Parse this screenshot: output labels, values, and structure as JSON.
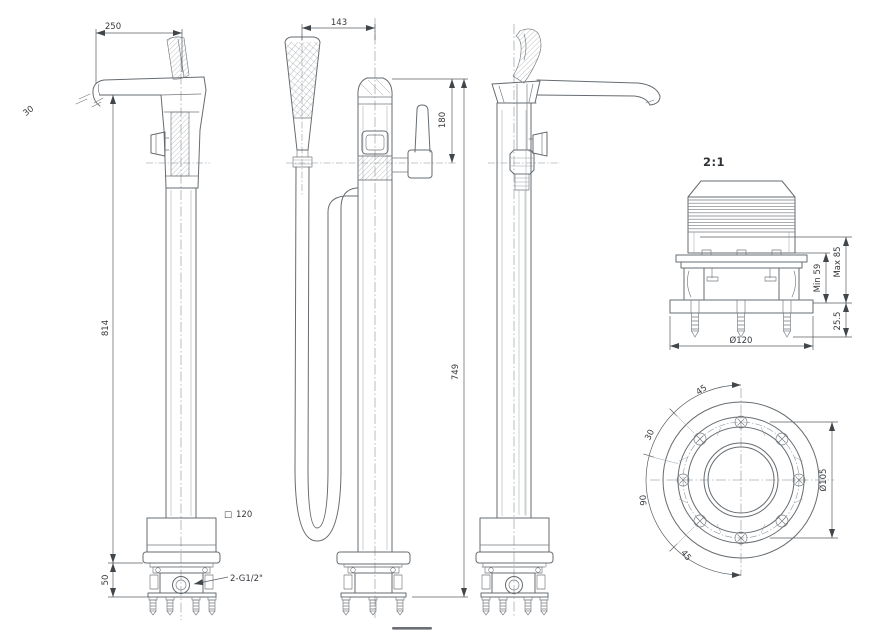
{
  "title": "freestanding-bath-filler-dimensional-drawing",
  "colors": {
    "background": "#ffffff",
    "line": "#666c71",
    "dimension": "#5a5f64"
  },
  "views": {
    "side_left": {
      "dims": {
        "spout_reach": "250",
        "tip": "30",
        "overall_height": "814",
        "base_height": "50",
        "square_symbol": "□",
        "base_square": "120",
        "inlet_callout": "2-G1/2\""
      }
    },
    "front": {
      "dims": {
        "shower_offset": "143",
        "handle_height": "180",
        "total_height": "749"
      }
    },
    "detail": {
      "scale_label": "2:1",
      "dims": {
        "max_depth": "Max 85",
        "min_depth": "Min 59",
        "plate_height": "25.5",
        "cover_diameter": "Ø120"
      }
    },
    "top": {
      "dims": {
        "angle_1": "45",
        "angle_2": "30",
        "angle_3": "90",
        "angle_4": "45",
        "bolt_circle": "Ø105"
      }
    }
  }
}
